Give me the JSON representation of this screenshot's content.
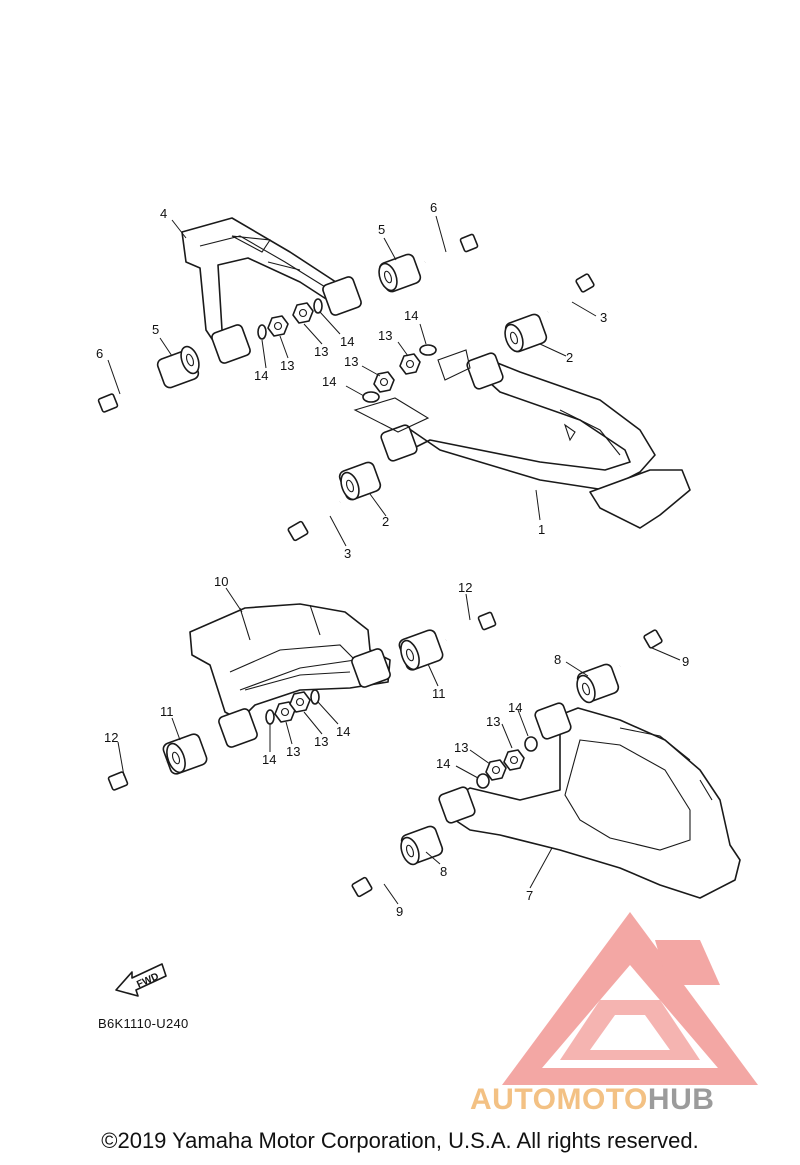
{
  "diagram": {
    "drawing_code": "B6K1110-U240",
    "fwd_label": "FWD",
    "callouts": {
      "upper_right_arm": "1",
      "upper_right_bushing_front": "2",
      "upper_right_bushing_rear": "2",
      "upper_right_bolt_front": "3",
      "upper_right_bolt_rear": "3",
      "upper_left_arm": "4",
      "upper_left_bushing_left": "5",
      "upper_left_bushing_right": "5",
      "upper_left_bolt_left": "6",
      "upper_left_bolt_right": "6",
      "upper_nut_a": "13",
      "upper_nut_b": "13",
      "upper_nut_c": "13",
      "upper_nut_d": "13",
      "upper_washer_a": "14",
      "upper_washer_b": "14",
      "upper_washer_c": "14",
      "upper_washer_d": "14",
      "lower_right_arm": "7",
      "lower_right_bushing_top": "8",
      "lower_right_bushing_bottom": "8",
      "lower_right_bolt_top": "9",
      "lower_right_bolt_bottom": "9",
      "lower_left_arm": "10",
      "lower_left_bushing_left": "11",
      "lower_left_bushing_right": "11",
      "lower_left_bolt_left": "12",
      "lower_left_bolt_right": "12",
      "lower_nut_a": "13",
      "lower_nut_b": "13",
      "lower_nut_c": "13",
      "lower_nut_d": "13",
      "lower_washer_a": "14",
      "lower_washer_b": "14",
      "lower_washer_c": "14",
      "lower_washer_d": "14"
    }
  },
  "watermark": {
    "brand_part_1": "AUTOMOTO",
    "brand_part_2": "HUB",
    "colors": {
      "logo": "#f08a86",
      "text_orange": "#f3c184",
      "text_grey": "#9b9b9b"
    }
  },
  "footer": {
    "copyright": "©2019 Yamaha Motor Corporation, U.S.A. All rights reserved."
  }
}
